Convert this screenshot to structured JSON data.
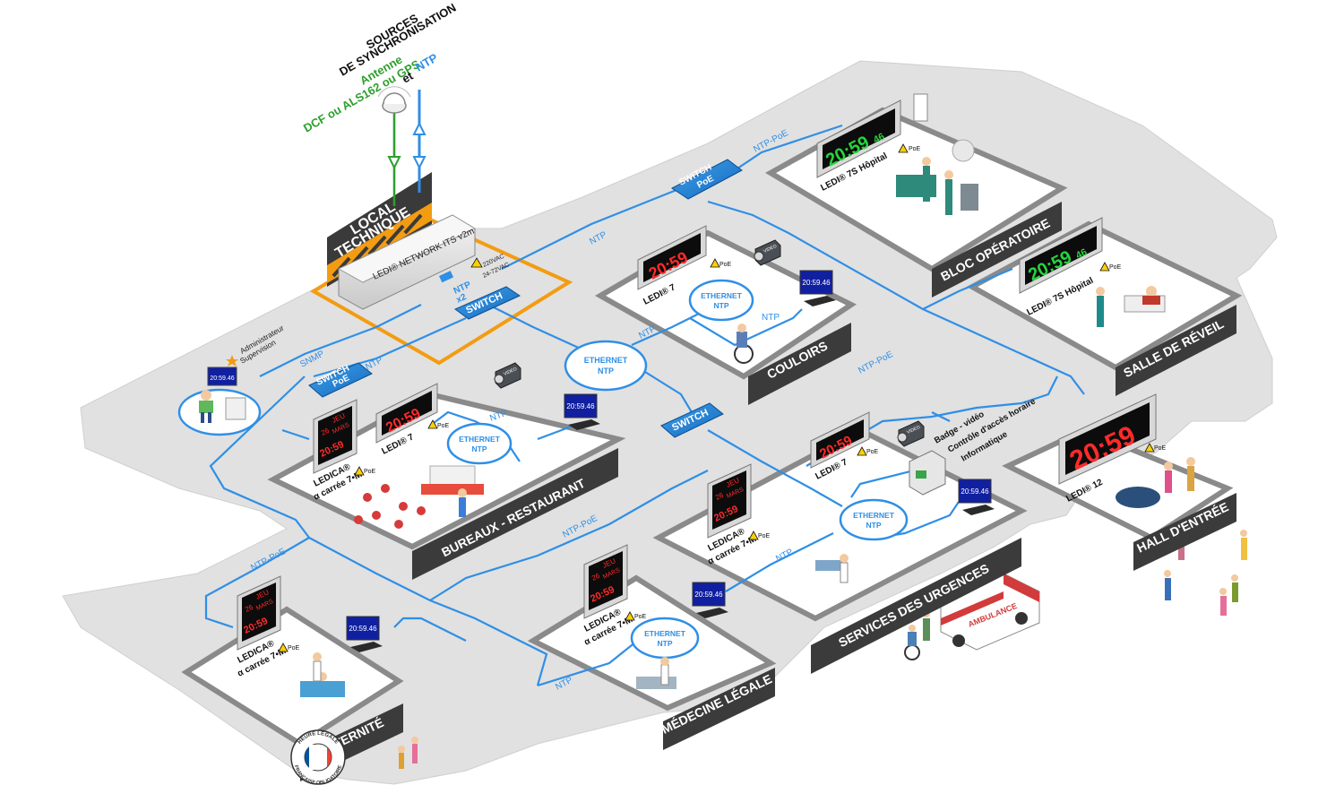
{
  "sync": {
    "title_1": "SOURCES",
    "title_2": "DE SYNCHRONISATION",
    "antenna": "Antenne",
    "sources": "DCF ou ALS162 ou GPS",
    "and": "et",
    "ntp": "NTP"
  },
  "local": {
    "title_1": "LOCAL",
    "title_2": "TECHNIQUE",
    "device": "LEDI® NETWORK ITS v2m",
    "ntp_x2_1": "NTP",
    "ntp_x2_2": "x2",
    "v220": "220VAC",
    "v24": "24-72VAC"
  },
  "admin": {
    "line1": "Administrateur",
    "line2": "Supervision",
    "clock": "20:59.46"
  },
  "links": {
    "snmp": "SNMP",
    "ntp": "NTP",
    "ntp_poe": "NTP-PoE"
  },
  "switches": {
    "switch": "SWITCH",
    "switch_poe_1": "SWITCH",
    "switch_poe_2": "PoE"
  },
  "ethernet": {
    "line1": "ETHERNET",
    "line2": "NTP"
  },
  "devices": {
    "ledi7": "LEDI® 7",
    "ledi7s": "LEDI® 7S Hôpital",
    "ledi12": "LEDI® 12",
    "ledica_1": "LEDICA®",
    "ledica_2": "α carrée 7•M",
    "poe": "PoE",
    "time_short": "20:59",
    "time_sec": "46",
    "monitor_time": "20:59.46",
    "video": "VIDEO",
    "date_day": "JEU",
    "date_num": "26",
    "date_month": "MARS"
  },
  "rooms": {
    "bloc": "BLOC OPÉRATOIRE",
    "reveil": "SALLE DE RÉVEIL",
    "couloirs": "COULOIRS",
    "bureaux": "BUREAUX - RESTAURANT",
    "hall": "HALL D'ENTRÉE",
    "urgences": "SERVICES DES URGENCES",
    "medecine": "MÉDECINE LÉGALE",
    "maternite": "MATERNITÉ"
  },
  "access": {
    "line1": "Badge - vidéo",
    "line2": "Contrôle d'accès horaire",
    "line3": "Informatique"
  },
  "ambulance": "AMBULANCE",
  "seal": {
    "top": "HEURE LÉGALE",
    "bottom": "FRANÇAISE OBLIGATOIRE"
  },
  "colors": {
    "network_blue": "#2f8fe6",
    "antenna_green": "#2ca02c",
    "local_orange": "#f39c12",
    "floor_grey": "#e1e1e1",
    "banner_dark": "#3b3b3b",
    "led_red": "#ff2a2a",
    "led_green": "#27d43c"
  }
}
